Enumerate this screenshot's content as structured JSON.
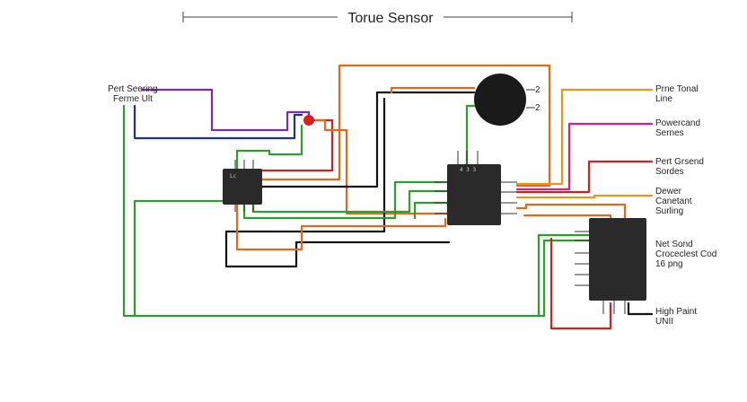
{
  "diagram": {
    "title": "Torue Sensor",
    "labels": {
      "top_left": [
        "Pert Seering",
        "Ferme Ult"
      ],
      "right_1": [
        "Prne Tonal",
        "Line"
      ],
      "right_2": [
        "Powercand",
        "Sernes"
      ],
      "right_3": [
        "Pert Grsend",
        "Sordes"
      ],
      "right_4": [
        "Dewer",
        "Canetant",
        "Surling"
      ],
      "right_5": [
        "Net Sond",
        "Croceclest Cod",
        "16 png"
      ],
      "right_6": [
        "High Paint",
        "UNII"
      ]
    },
    "chip_small_label": "Lc",
    "chip_mid_pins": "4 3 3",
    "motor_pins": [
      "2",
      "2"
    ]
  },
  "colors": {
    "wire_orange": "#e06a1c",
    "wire_red": "#cc2222",
    "wire_green": "#2e9c2e",
    "wire_purple": "#7a2bb0",
    "wire_blue": "#1c2f9a",
    "wire_black": "#111111",
    "wire_magenta": "#d0208a",
    "wire_amber": "#e8951c",
    "node_red": "#d62020"
  }
}
